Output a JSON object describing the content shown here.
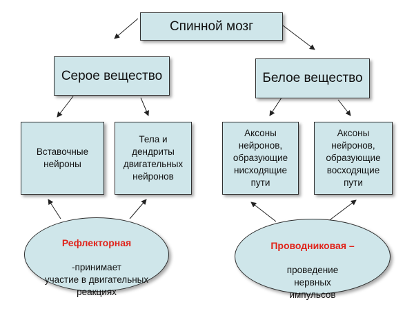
{
  "root": {
    "label": "Спинной мозг"
  },
  "gray": {
    "label": "Серое вещество",
    "children": [
      {
        "label": "Вставочные\nнейроны"
      },
      {
        "label": "Тела и\nдендриты\nдвигательных\nнейронов"
      }
    ]
  },
  "white": {
    "label": "Белое вещество",
    "children": [
      {
        "label": "Аксоны\nнейронов,\nобразующие\nнисходящие\nпути"
      },
      {
        "label": "Аксоны\nнейронов,\nобразующие\nвосходящие\nпути"
      }
    ]
  },
  "functions": {
    "reflex": {
      "title": "Рефлекторная",
      "text": "-принимает\nучастие в двигательных\nреакциях"
    },
    "conductive": {
      "title": "Проводниковая –",
      "text": "проведение\nнервных\nимпульсов"
    }
  },
  "colors": {
    "box_fill": "#cfe6ea",
    "accent": "#e0241b",
    "border": "#2f3030"
  }
}
